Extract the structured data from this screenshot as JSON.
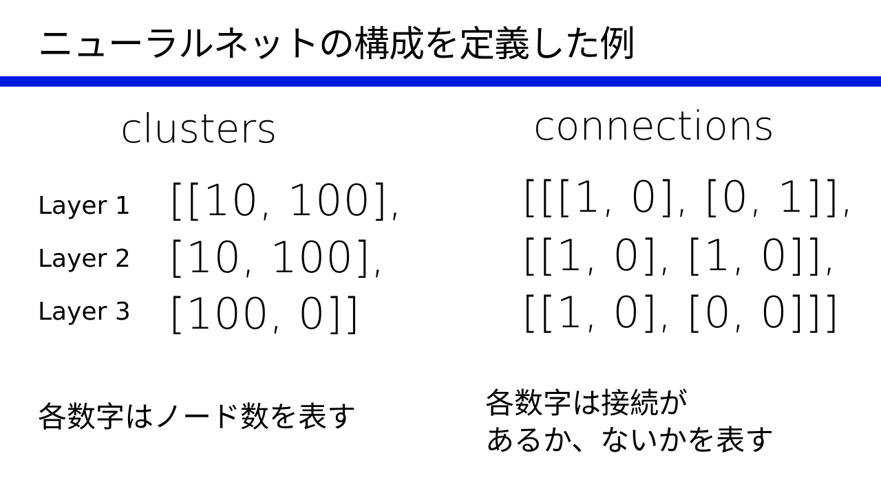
{
  "title": "ニューラルネットの構成を定義した例",
  "colors": {
    "rule": "#0019e0",
    "text": "#000000",
    "background": "#ffffff"
  },
  "clusters": {
    "heading": "clusters",
    "rows": [
      {
        "label": "Layer 1",
        "value": "[[10, 100],"
      },
      {
        "label": "Layer 2",
        "value": "[10, 100],"
      },
      {
        "label": "Layer 3",
        "value": "[100, 0]]"
      }
    ],
    "note": "各数字はノード数を表す"
  },
  "connections": {
    "heading": "connections",
    "rows": [
      {
        "value": "[[[1, 0], [0, 1]],"
      },
      {
        "value": "[[1, 0], [1, 0]],"
      },
      {
        "value": "[[1, 0], [0, 0]]]"
      }
    ],
    "note_lines": [
      "各数字は接続が",
      "あるか、ないかを表す"
    ]
  }
}
